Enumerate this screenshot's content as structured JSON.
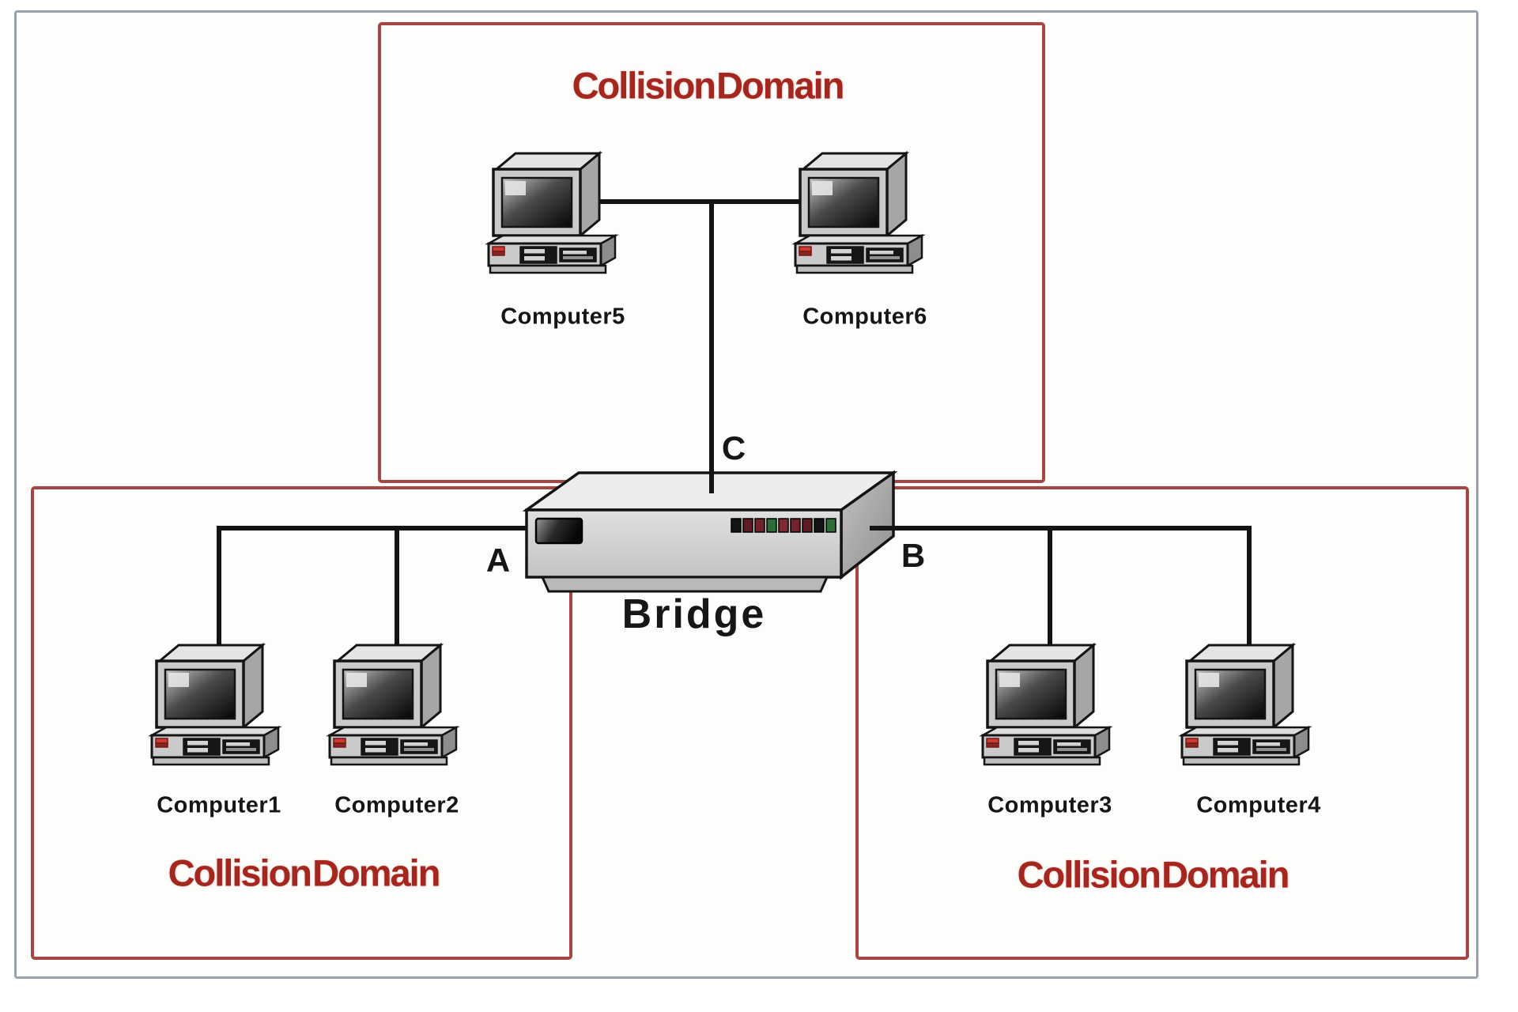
{
  "domains": {
    "top": {
      "label": "Collision Domain"
    },
    "bottom_left": {
      "label": "Collision Domain"
    },
    "bottom_right": {
      "label": "Collision Domain"
    }
  },
  "bridge": {
    "label": "Bridge",
    "ports": {
      "a": "A",
      "b": "B",
      "c": "C"
    },
    "leds": [
      "#141414",
      "#5f1c22",
      "#70242a",
      "#2d6e38",
      "#7e2a30",
      "#70242a",
      "#5f1c22",
      "#141414",
      "#2d6e38"
    ]
  },
  "computers": [
    {
      "label": "Computer1"
    },
    {
      "label": "Computer2"
    },
    {
      "label": "Computer3"
    },
    {
      "label": "Computer4"
    },
    {
      "label": "Computer5"
    },
    {
      "label": "Computer6"
    }
  ],
  "colors": {
    "domain_border": "#a64643",
    "domain_label": "#a3261f",
    "connector": "#141414",
    "frame_border": "#98a0ae",
    "background": "#ffffff"
  }
}
